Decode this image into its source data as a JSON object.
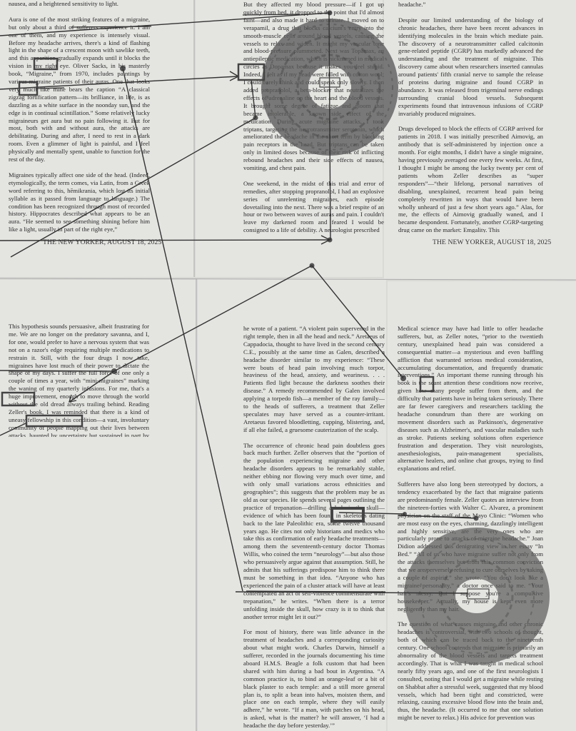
{
  "footer": "THE NEW YORKER, AUGUST 18, 2025",
  "top_left": {
    "paragraphs": [
      "nausea, and a heightened sensitivity to light.",
      "Aura is one of the most striking features of a migraine, but only about a third of sufferers experience it. I am one of them, and my experience is intensely visual. Before my headache arrives, there's a kind of flashing light in the shape of a crescent moon with sawlike teeth, and this apparition gradually expands until it blocks the vision in my right eye. Oliver Sacks, in his masterly book, “Migraine,” from 1970, includes paintings by various migraine patients of their auras. One that looks very much like mine bears the caption “A classical zigzag fortification pattern—its brilliance, in life, is as dazzling as a white surface in the noonday sun, and the edge is in continual scintillation.” Some relatively lucky migraineurs get aura but no pain following it. But for most, both with and without aura, the attacks are debilitating. During and after, I need to rest in a dark room. Even a glimmer of light is painful, and I feel physically and mentally spent, unable to function for the rest of the day.",
      "Migraines typically affect one side of the head. (Indeed, etymologically, the term comes, via Latin, from a Greek word referring to this, hēmikrania, which lost its initial syllable as it passed from language to language.) The condition has been recognized through most of recorded history. Hippocrates described what appears to be an aura. “He seemed to see something shining before him like a light, usually in part of the right eye,”"
    ]
  },
  "top_middle": {
    "paragraphs": [
      "But they affected my blood pressure—if I got up quickly from bed, it dropped to the point that I'd almost faint—and also made it hard to urinate. I moved on to verapamil, a drug that blocks calcium's entry into the smooth-muscle cells around blood vessels, causing the vessels to relax and widen. It might my vascular tone and blood-pressure plummeted. Next was Topamax, an antiepileptic medication, which is nicknamed in medical circles as Dopamax because it makes you feel stupid. Indeed, I felt as if my head were filled with cotton wool; I could barely think and could speak only slowly. I then added propranolol, a beta-blocker that neutralizes the effects of adrenaline on the heart and the blood vessels. It brought some degree of fatigue and gloom that became intolerable, a known side effect of the medication. During acute migraine attacks, I took triptans, targeting the neurotransmitter serotonin, which ameliorated the headache in the short term by blocking pain receptors in the head. But triptans can be taken only in limited doses because of their risk of inflicting rebound headaches and their side effects of nausea, vomiting, and chest pain.",
      "One weekend, in the midst of this trial and error of remedies, after stopping propranolol, I had an explosive series of unrelenting migraines, each episode dovetailing into the next. There was a brief respite of an hour or two between waves of auras and pain. I couldn't leave my darkened room and feared I would be consigned to a life of debility. A neurologist prescribed"
    ]
  },
  "top_right": {
    "paragraphs": [
      "headache.”",
      "Despite our limited understanding of the biology of chronic headaches, there have been recent advances in identifying molecules in the brain which mediate pain. The discovery of a neurotransmitter called calcitonin gene-related peptide (CGRP) has markedly advanced the understanding and the treatment of migraine. This discovery came about when researchers inserted cannulas around patients' fifth cranial nerve to sample the release of proteins during migraine and found CGRP in abundance. It was released from trigeminal nerve endings surrounding cranial blood vessels. Subsequent experiments found that intravenous infusions of CGRP invariably produced migraines.",
      "Drugs developed to block the effects of CGRP arrived for patients in 2018. I was initially prescribed Aimovig, an antibody that is self-administered by injection once a month. For eight months, I didn't have a single migraine, having previously averaged one every few weeks. At first, I thought I might be among the lucky twenty per cent of patients whom Zeller describes as “super responders”—“their lifelong, personal narratives of disabling, unexplained, recurrent head pain being completely rewritten in ways that would have been wholly unheard of just a few short years ago.” Alas, for me, the effects of Aimovig gradually waned, and I became despondent. Fortunately, another CGRP-targeting drug came on the market: Emgality. This"
    ]
  },
  "bottom_left": {
    "paragraphs": [
      "This hypothesis sounds persuasive, albeit frustrating for me. We are no longer on the predatory savanna, and I, for one, would prefer to have a nervous system that was not on a razor's edge requiring multiple medications to restrain it. Still, with the four drugs I now take, migraines have lost much of their power to dictate the shape of my days. I suffer the full force of one only a couple of times a year, with “mini-migraines” marking the waning of my quarterly infusions. For me, that's a huge improvement, enough to move through the world without the old dread always trailing behind. Reading Zeller's book, I was reminded that there is a kind of uneasy fellowship in this condition—a vast, involuntary community of people mapping out their lives between attacks, haunted by uncertainty but sustained in part by accounts like his. If there's a lesson here, it's that pain resists mastery, but understanding, however incomplete, can offer its own form of relief. ♦"
    ]
  },
  "bottom_middle": {
    "paragraphs": [
      "he wrote of a patient. “A violent pain supervened in the right temple, then in all the head and neck.” Aretaeus of Cappadocia, thought to have lived in the second century C.E., possibly at the same time as Galen, described a headache disorder similar to my experience: “These were bouts of head pain involving much torpor, heaviness of the head, anxiety, and weariness. . . . Patients fled light because the darkness soothes their disease.” A remedy recommended by Galen involved applying a torpedo fish—a member of the ray family—to the heads of sufferers, a treatment that Zeller speculates may have served as a counter-irritant. Aretaeus favored bloodletting, cupping, blistering, and, if all else failed, a gruesome cauterization of the scalp.",
      "The occurrence of chronic head pain doubtless goes back much further. Zeller observes that the “portion of the population experiencing migraine and other headache disorders appears to be remarkably stable, neither ebbing nor flowing very much over time, and with only small variations across ethnicities and geographies”; this suggests that the problem may be as old as our species. He spends several pages outlining the practice of trepanation—drilling a hole in the skull—evidence of which has been found in skeletons dating back to the late Paleolithic era, some twelve thousand years ago. He cites not only historians and medics who take this as confirmation of early headache treatments—among them the seventeenth-century doctor Thomas Willis, who coined the term “neurology”—but also those who persuasively argue against that assumption. Still, he admits that his sufferings predispose him to think there must be something in that idea. “Anyone who has experienced the pain of a cluster attack will have at least contemplated an act of self-violence commensurate with trepanation,” he writes. “When there is a terror unfolding inside the skull, how crazy is it to think that another terror might let it out?”",
      "For most of history, there was little advance in the treatment of headaches and a corresponding curiosity about what might work. Charles Darwin, himself a sufferer, recorded in the journals documenting his time aboard H.M.S. Beagle a folk custom that had been shared with him during a bad bout in Argentina. “A common practice is, to bind an orange-leaf or a bit of black plaster to each temple: and a still more general plan is, to split a bean into halves, moisten them, and place one on each temple, where they will easily adhere,” he wrote. “If a man, with patches on his head, is asked, what is the matter? he will answer, ‘I had a headache the day before yesterday.’”"
    ]
  },
  "bottom_right": {
    "paragraphs": [
      "Medical science may have had little to offer headache sufferers, but, as Zeller notes, “prior to the twentieth century, unexplained head pain was considered a consequential matter—a mysterious and even baffling affliction that warranted serious medical consideration, accumulating documentation, and frequently dramatic interventions.” An important theme running through his book is the scant attention these conditions now receive, given how many people suffer from them, and the difficulty that patients have in being taken seriously. There are far fewer caregivers and researchers tackling the headache conundrum than there are working on movement disorders such as Parkinson's, degenerative diseases such as Alzheimer's, and vascular maladies such as stroke. Patients seeking solutions often experience frustration and desperation. They visit neurologists, anesthesiologists, pain-management specialists, alternative healers, and online chat groups, trying to find explanations and relief.",
      "Sufferers have also long been stereotyped by doctors, a tendency exacerbated by the fact that migraine patients are predominantly female. Zeller quotes an interview from the nineteen-forties with Walter C. Alvarez, a prominent physician on the staff of the Mayo Clinic: “Women who are most easy on the eyes, charming, dazzlingly intelligent and highly sensitive, are the very ones who are particularly prone to attacks of migraine headache.” Joan Didion addressed this denigrating view in her essay “In Bed.” “All of us who have migraine suffer not only from the attacks themselves but from this common conviction that we are perversely refusing to cure ourselves by taking a couple of aspirin,” she wrote. “You don't look like a migraine personality,” a doctor once said to me. “Your hair's messy. But I suppose you're a compulsive housekeeper.” Actually, my house is kept even more negligently than my hair.",
      "The question of what causes migraine and other chronic headaches is controversial, with two schools of thought, both of which can be traced back to the nineteenth century. One school contends that migraine is primarily an abnormality of the blood vessels and targets treatment accordingly. That is what I was taught in medical school nearly fifty years ago, and one of the first neurologists I consulted, noting that I would get a migraine while resting on Shabbat after a stressful week, suggested that my blood vessels, which had been tight and constricted, were relaxing, causing excessive blood flow into the brain and, thus, the headache. (It occurred to me that one solution might be never to relax.) His advice for prevention was"
    ]
  },
  "colors": {
    "paper": "#e4e4e1",
    "pencil": "#3a3a3a",
    "ink": "#2b2b2b"
  }
}
